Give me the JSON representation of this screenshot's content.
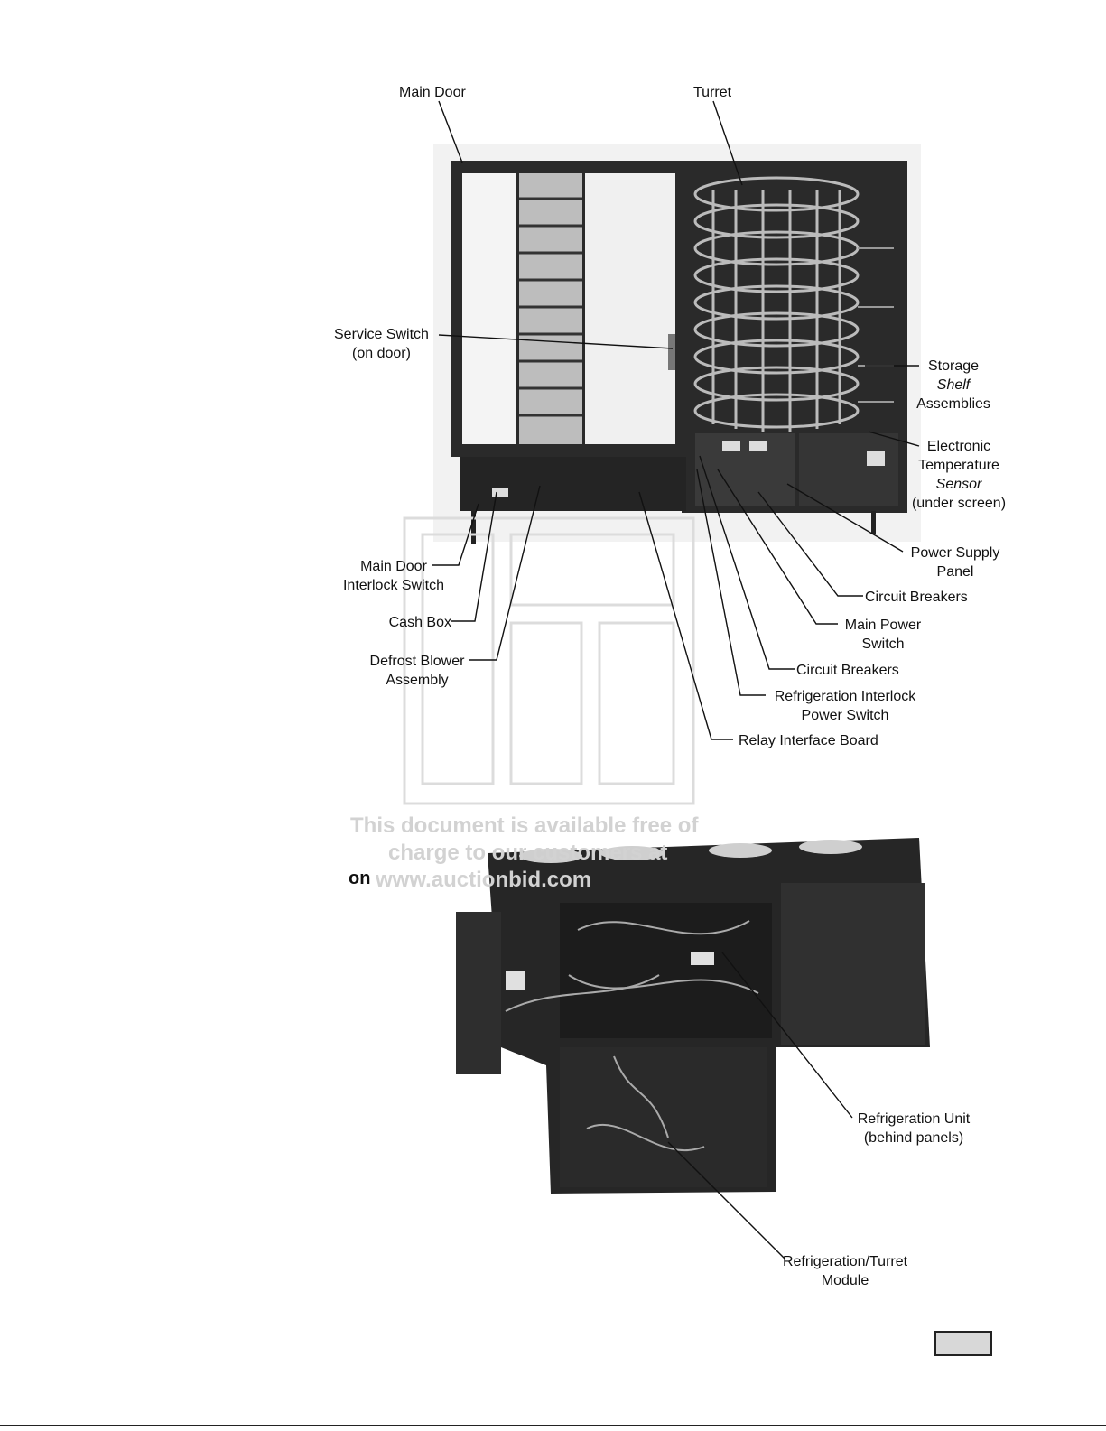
{
  "figure_top": {
    "labels": {
      "main_door": "Main Door",
      "turret": "Turret",
      "service_switch": [
        "Service Switch",
        "(on door)"
      ],
      "storage_shelf": [
        "Storage",
        "Shelf",
        "Assemblies"
      ],
      "temp_sensor": [
        "Electronic",
        "Temperature",
        "Sensor",
        "(under screen)"
      ],
      "power_supply": [
        "Power Supply",
        "Panel"
      ],
      "circuit_breakers_1": "Circuit Breakers",
      "main_power_switch": [
        "Main Power",
        "Switch"
      ],
      "circuit_breakers_2": "Circuit Breakers",
      "refrig_interlock": [
        "Refrigeration Interlock",
        "Power Switch"
      ],
      "relay_board": "Relay Interface Board",
      "door_interlock": [
        "Main Door",
        "Interlock Switch"
      ],
      "cash_box": "Cash Box",
      "defrost_blower": [
        "Defrost Blower",
        "Assembly"
      ]
    }
  },
  "figure_bottom": {
    "labels": {
      "refrig_unit": [
        "Refrigeration Unit",
        "(behind panels)"
      ],
      "refrig_turret": [
        "Refrigeration/Turret",
        "Module"
      ]
    }
  },
  "watermark": [
    "This document is available free of",
    "charge to our customers at",
    "www.auctionbid.com"
  ],
  "fragment": "on",
  "colors": {
    "machine_dark": "#2a2a2a",
    "panel_light": "#e6e6e6",
    "watermark": "#d2d2d2"
  }
}
